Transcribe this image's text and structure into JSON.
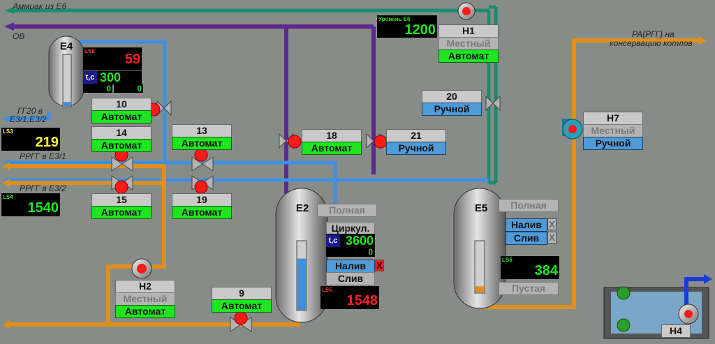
{
  "lines": {
    "ammonia": "Аммиак из Е6",
    "ov": "ОВ",
    "gg20_a": "ГГ20 в",
    "gg20_b": "Е3/1,Е3/2",
    "rrgt1": "РРГГ в Е3/1",
    "rrgt2": "РРГГ в Е3/2",
    "ra_a": "РА(РГГ) на",
    "ra_b": "консервацию котлов"
  },
  "tanks": {
    "e4": {
      "name": "Е4",
      "ls_tag": "LS8",
      "ls_value": "59",
      "tc_tag": "t,c",
      "tc_value": "300",
      "aux1": "0",
      "aux2": "0",
      "level": 0.08
    },
    "e2": {
      "name": "Е2",
      "status_full": "Полная",
      "circ": "Циркул.",
      "tc_tag": "t,c",
      "tc_value": "3600",
      "aux": "0",
      "fill": "Налив",
      "fill_x": "X",
      "drain": "Слив",
      "ls_tag": "LS5",
      "ls_value": "1548",
      "level": 0.75
    },
    "e5": {
      "name": "Е5",
      "status_full": "Полная",
      "fill": "Налив",
      "fill_x": "X",
      "drain": "Слив",
      "drain_x": "X",
      "ls_tag": "LS6",
      "ls_value": "384",
      "status_empty": "Пустая",
      "level": 0.12
    }
  },
  "level_e6": {
    "tag": "Уровень Е6",
    "value": "1200"
  },
  "ls3": {
    "tag": "LS3",
    "value": "219"
  },
  "ls4": {
    "tag": "LS4",
    "value": "1540"
  },
  "pumps": {
    "h1": {
      "name": "Н1",
      "local": "Местный",
      "mode": "Автомат"
    },
    "h2": {
      "name": "Н2",
      "local": "Местный",
      "mode": "Автомат"
    },
    "h7": {
      "name": "Н7",
      "local": "Местный",
      "mode": "Ручной"
    },
    "h4": {
      "name": "Н4"
    }
  },
  "valves": {
    "v10": {
      "id": "10",
      "mode": "Автомат"
    },
    "v14": {
      "id": "14",
      "mode": "Автомат"
    },
    "v13": {
      "id": "13",
      "mode": "Автомат"
    },
    "v15": {
      "id": "15",
      "mode": "Автомат"
    },
    "v19": {
      "id": "19",
      "mode": "Автомат"
    },
    "v18": {
      "id": "18",
      "mode": "Автомат"
    },
    "v21": {
      "id": "21",
      "mode": "Ручной"
    },
    "v20": {
      "id": "20",
      "mode": "Ручной"
    },
    "v9": {
      "id": "9",
      "mode": "Автомат"
    }
  },
  "colors": {
    "background": "#888c88",
    "pipe_teal": "#1a8c6e",
    "pipe_purple": "#5a2a8c",
    "pipe_blue": "#3f8fe0",
    "pipe_orange": "#e0901a",
    "status_red": "#ff1a1a",
    "auto_green": "#1ee61e",
    "manual_blue": "#4f9bd8"
  },
  "icons": {
    "valve": "bowtie-valve-icon",
    "pump": "centrifugal-pump-icon",
    "indicator": "red-status-lamp-icon"
  }
}
